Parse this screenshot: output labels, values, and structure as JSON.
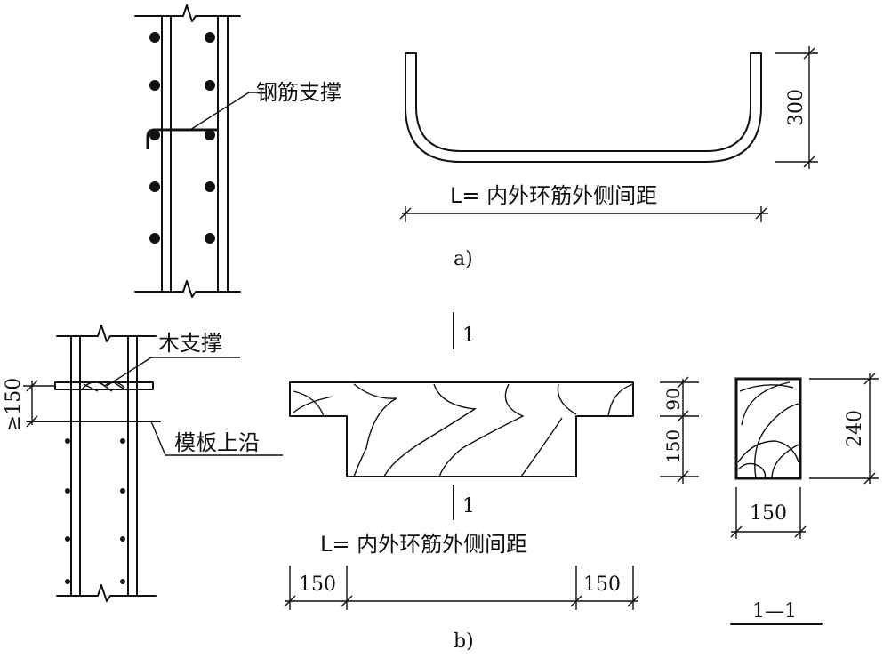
{
  "labels": {
    "steel_support": "钢筋支撑",
    "L_formula": "L= 内外环筋外侧间距",
    "dim_300": "300",
    "caption_a": "a)",
    "section_mark": "1",
    "wood_support": "木支撑",
    "dim_ge150": "≥150",
    "formwork_edge": "模板上沿",
    "dim_90": "90",
    "dim_150": "150",
    "dim_240": "240",
    "section_title": "1—1",
    "caption_b": "b)"
  }
}
